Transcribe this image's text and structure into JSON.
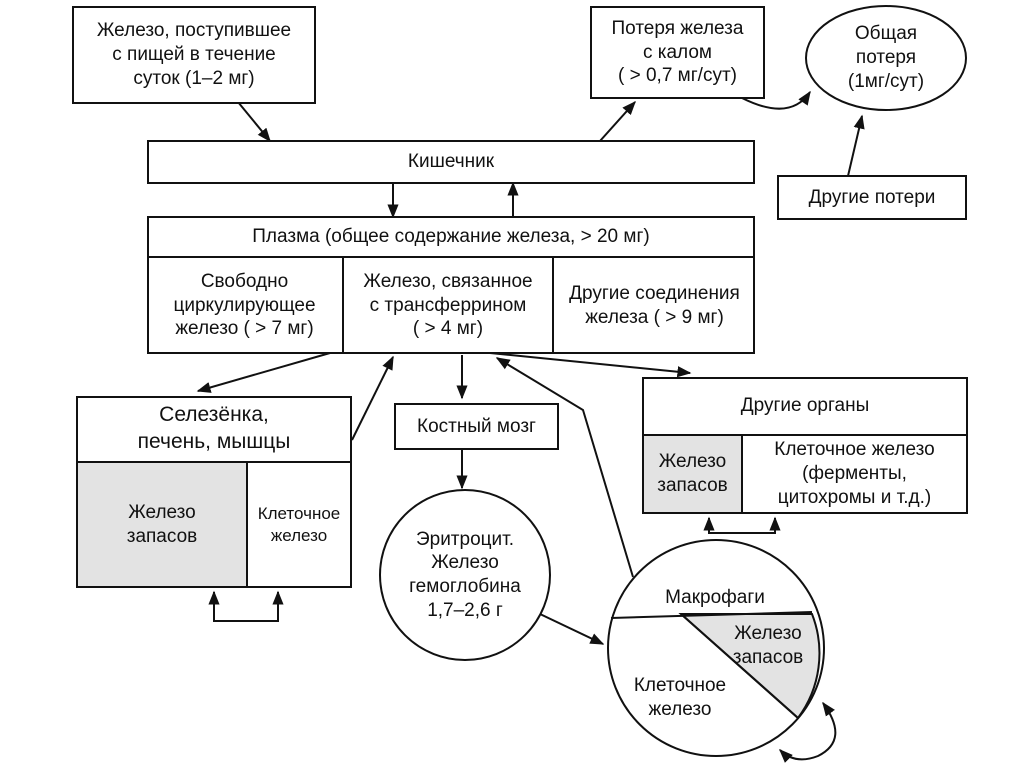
{
  "nodes": {
    "iron_intake": "Железо, поступившее\nс пищей в течение\nсуток (1–2 мг)",
    "fecal_loss": "Потеря железа\nс калом\n( > 0,7 мг/сут)",
    "total_loss": "Общая\nпотеря\n(1мг/сут)",
    "intestine": "Кишечник",
    "other_losses": "Другие потери",
    "plasma": "Плазма (общее содержание железа, > 20 мг)",
    "free_iron": "Свободно\nциркулирующее\nжелезо ( > 7 мг)",
    "transferrin_iron": "Железо, связанное\nс трансферрином\n( > 4 мг)",
    "other_compounds": "Другие соединения\nжелеза ( > 9 мг)",
    "spleen_title": "Селезёнка,\nпечень, мышцы",
    "spleen_store": "Железо\nзапасов",
    "spleen_cell": "Клеточное\nжелезо",
    "bone_marrow": "Костный мозг",
    "erythrocyte": "Эритроцит.\nЖелезо\nгемоглобина\n1,7–2,6 г",
    "other_organs": "Другие  органы",
    "organs_store": "Железо\nзапасов",
    "organs_cell": "Клеточное железо\n(ферменты,\nцитохромы и т.д.)",
    "macrophages": "Макрофаги",
    "macro_store": "Железо\nзапасов",
    "macro_cell": "Клеточное\nжелезо"
  }
}
